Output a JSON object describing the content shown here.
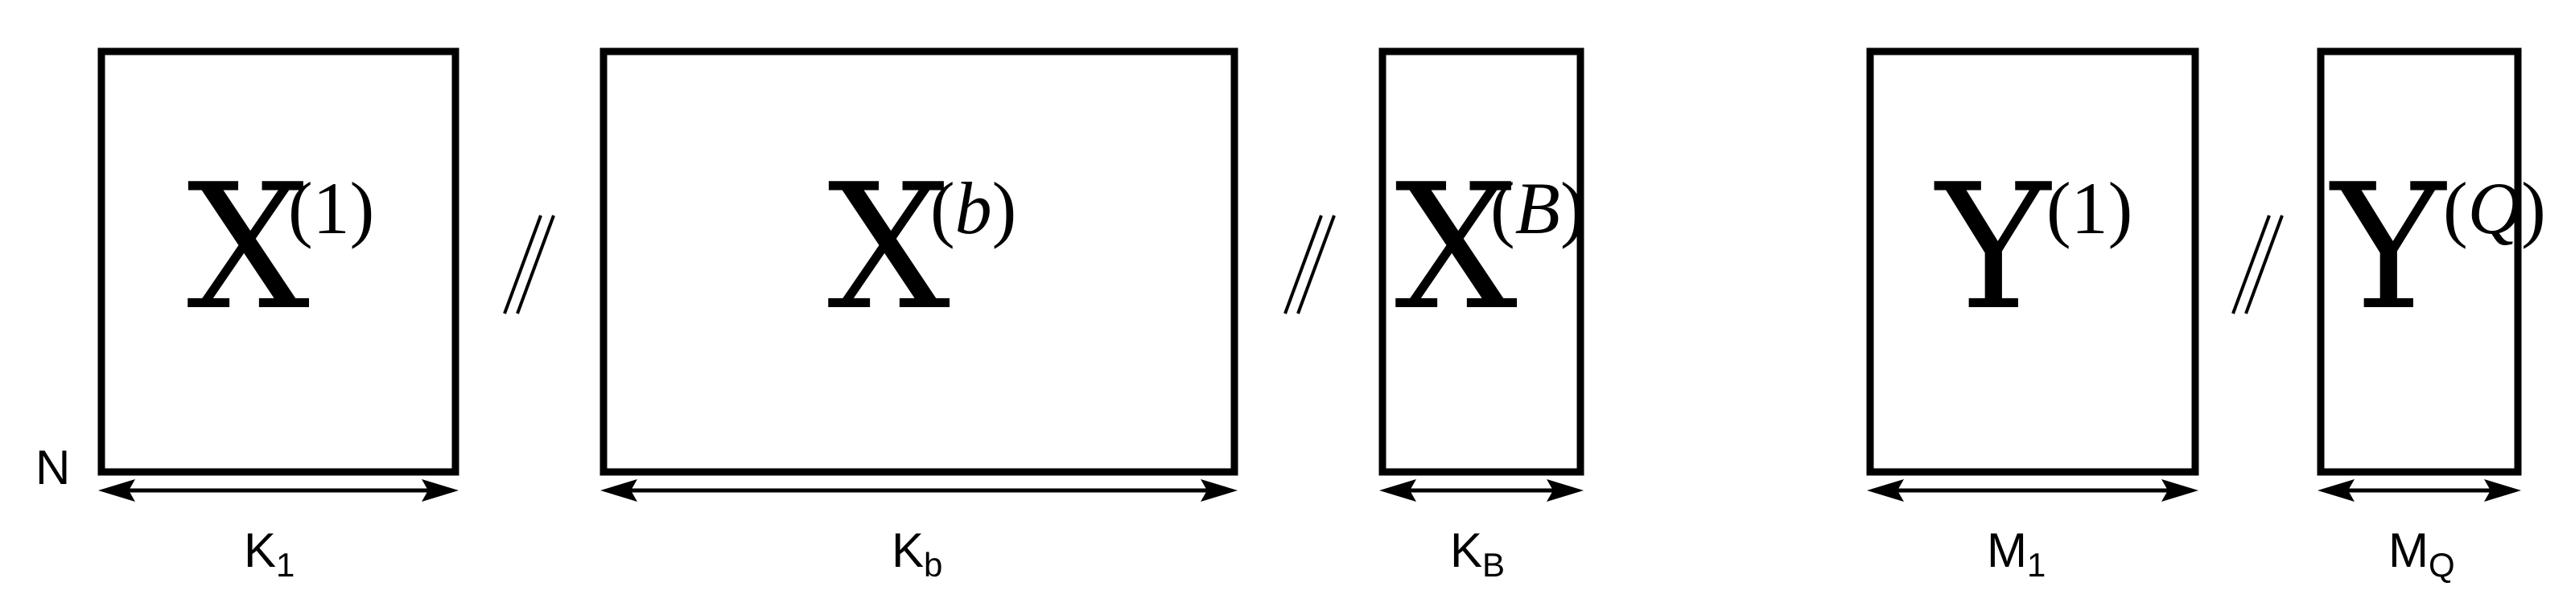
{
  "row_label": "N",
  "blocks": [
    {
      "letter": "X",
      "sup_open": "(",
      "sup_var": "1",
      "sup_close": ")",
      "sup_italic": false,
      "dim_main": "K",
      "dim_sub": "1"
    },
    {
      "letter": "X",
      "sup_open": "(",
      "sup_var": "b",
      "sup_close": ")",
      "sup_italic": true,
      "dim_main": "K",
      "dim_sub": "b"
    },
    {
      "letter": "X",
      "sup_open": "(",
      "sup_var": "B",
      "sup_close": ")",
      "sup_italic": true,
      "dim_main": "K",
      "dim_sub": "B"
    },
    {
      "letter": "Y",
      "sup_open": "(",
      "sup_var": "1",
      "sup_close": ")",
      "sup_italic": false,
      "dim_main": "M",
      "dim_sub": "1"
    },
    {
      "letter": "Y",
      "sup_open": "(",
      "sup_var": "Q",
      "sup_close": ")",
      "sup_italic": true,
      "dim_main": "M",
      "dim_sub": "Q"
    }
  ],
  "separator_icon": "double-slash-ellipsis-icon",
  "colors": {
    "line": "#000000",
    "background": "#ffffff"
  }
}
